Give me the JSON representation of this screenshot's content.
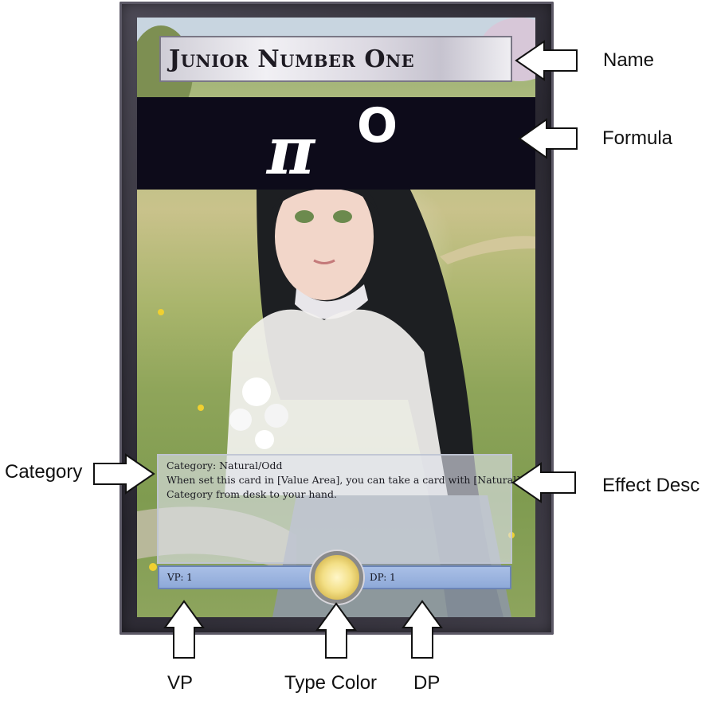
{
  "card": {
    "name": "Junior Number One",
    "formula_base": "π",
    "formula_exponent": "O",
    "effect_lines": [
      "Category: Natural/Odd",
      "When set this card in [Value Area], you can take a card with [Natural]",
      "Category from desk to your hand."
    ],
    "vp": "VP:  1",
    "dp": "DP:  1",
    "type_color": "#f3df86"
  },
  "labels": {
    "name": "Name",
    "formula": "Formula",
    "category": "Category",
    "effect_desc": "Effect Desc",
    "vp": "VP",
    "type_color": "Type Color",
    "dp": "DP"
  },
  "arrow_icon": "outline-arrow-icon",
  "colors": {
    "frame": "#2a2831",
    "formula_band": "#0d0b1a",
    "stat_bar": "#a9bfe6"
  }
}
